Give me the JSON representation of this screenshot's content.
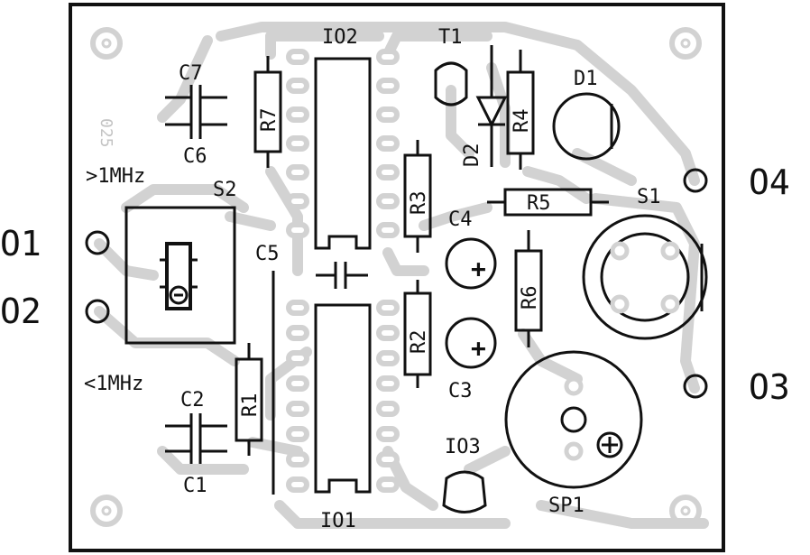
{
  "board": {
    "refdes": {
      "io2": "IO2",
      "io1": "IO1",
      "io3": "IO3",
      "t1": "T1",
      "d1": "D1",
      "d2": "D2",
      "r1": "R1",
      "r2": "R2",
      "r3": "R3",
      "r4": "R4",
      "r5": "R5",
      "r6": "R6",
      "r7": "R7",
      "c1": "C1",
      "c2": "C2",
      "c3": "C3",
      "c4": "C4",
      "c5": "C5",
      "c6": "C6",
      "c7": "C7",
      "s1": "S1",
      "s2": "S2",
      "sp1": "SP1"
    },
    "range_labels": {
      "above": ">1MHz",
      "below": "<1MHz"
    },
    "connectors": {
      "o1": "O1",
      "o2": "O2",
      "o3": "O3",
      "o4": "O4"
    },
    "board_id": "025",
    "polarity_mark": "+"
  },
  "colors": {
    "board_outline": "#111111",
    "copper_trace": "#d2d2d2",
    "silkscreen": "#111111",
    "pad_fill": "#ffffff",
    "pad_ring": "#111111"
  }
}
